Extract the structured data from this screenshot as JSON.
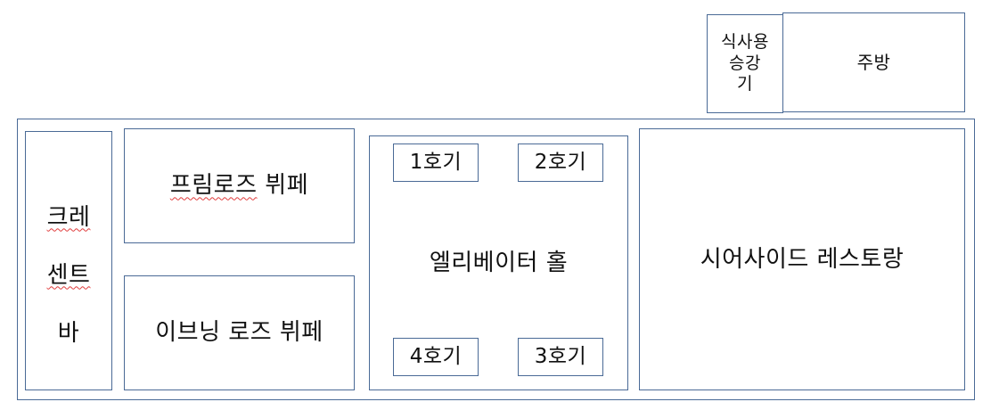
{
  "rooms": {
    "dining_elevator": "식사용\n승강\n기",
    "kitchen": "주방",
    "crescent_bar": {
      "line1": "크레",
      "line2": "센트",
      "line3": "바"
    },
    "primrose_buffet": {
      "name": "프림로즈",
      "suffix": " 뷔페"
    },
    "evening_rose_buffet": "이브닝 로즈 뷔페",
    "elevator_hall": "엘리베이터 홀",
    "seaside_restaurant": "시어사이드 레스토랑"
  },
  "elevators": {
    "car1": "1호기",
    "car2": "2호기",
    "car3": "3호기",
    "car4": "4호기"
  },
  "colors": {
    "border": "#4a6a96",
    "spellcheck_underline": "#e03c3c"
  }
}
